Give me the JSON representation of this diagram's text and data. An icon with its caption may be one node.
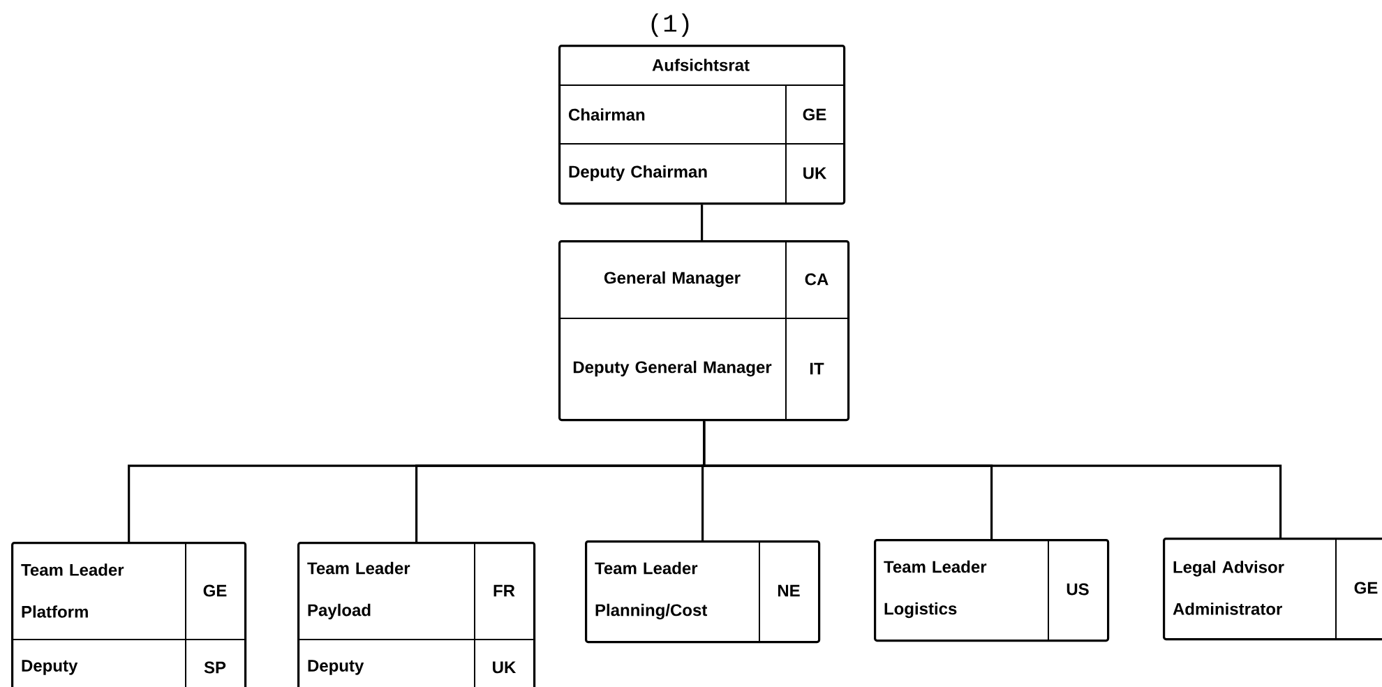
{
  "diagram": {
    "nodes": [
      {
        "text": [
          "Aufsichtsrat",
          "Chairman",
          "GE",
          "Deputy Chairman",
          "UK"
        ]
      },
      {
        "text": [
          "General Manager",
          "CA",
          "Deputy General Manager",
          "IT"
        ]
      },
      {
        "text": [
          "Team Leader Platform",
          "GE",
          "Deputy",
          "SP"
        ]
      },
      {
        "text": [
          "Team Leader Payload",
          "FR",
          "Deputy",
          "UK"
        ]
      },
      {
        "text": [
          "Team Leader Planning/Cost",
          "NE"
        ]
      },
      {
        "text": [
          "Team Leader Logistics",
          "US"
        ]
      },
      {
        "text": [
          "Legal Advisor Administrator",
          "GE"
        ]
      }
    ],
    "edges": [
      {
        "from": 0,
        "to": 1,
        "arrow": "none"
      },
      {
        "from": 1,
        "to": 2,
        "arrow": "none"
      },
      {
        "from": 1,
        "to": 3,
        "arrow": "none"
      },
      {
        "from": 1,
        "to": 4,
        "arrow": "none"
      },
      {
        "from": 1,
        "to": 5,
        "arrow": "none"
      },
      {
        "from": 1,
        "to": 6,
        "arrow": "none"
      }
    ],
    "labels": [
      "(1)"
    ]
  }
}
